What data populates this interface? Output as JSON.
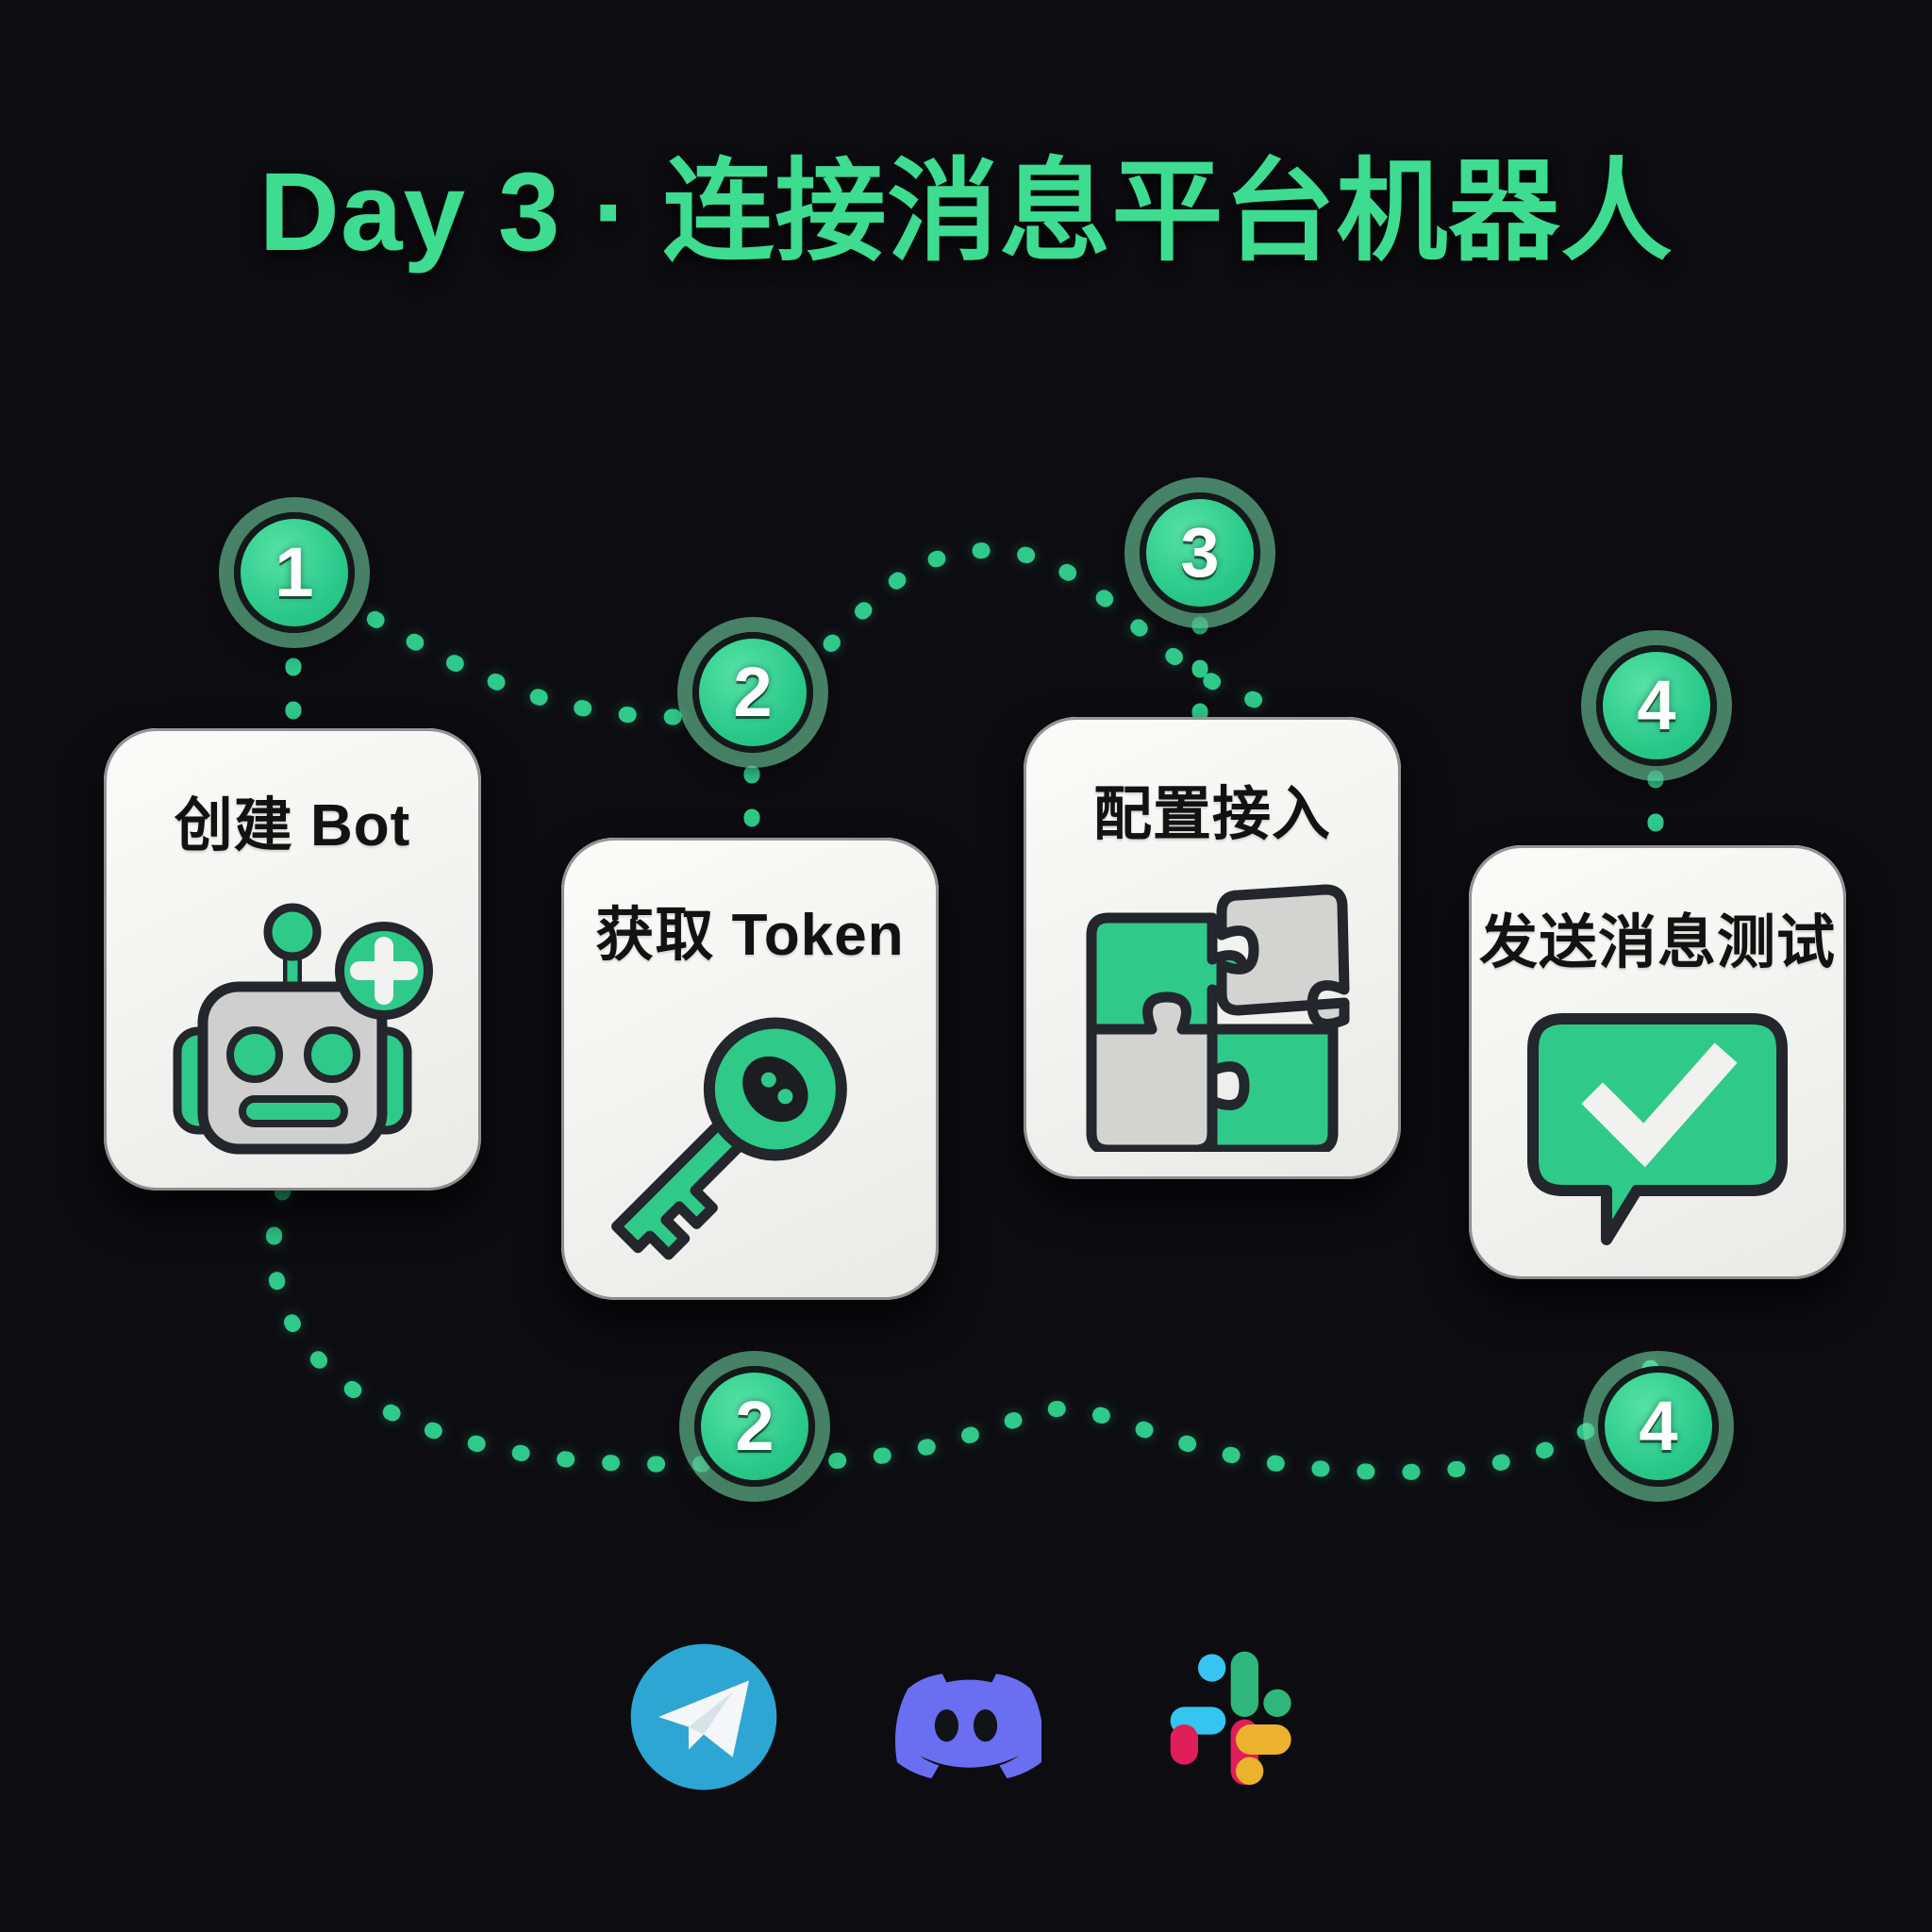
{
  "page": {
    "title": "Day 3 · 连接消息平台机器人",
    "background_color": "#0d0d11",
    "accent_color": "#3ddc91"
  },
  "steps": [
    {
      "number": "1",
      "label": "创建 Bot",
      "icon": "robot-plus-icon"
    },
    {
      "number": "2",
      "label": "获取 Token",
      "icon": "key-icon"
    },
    {
      "number": "3",
      "label": "配置接入",
      "icon": "puzzle-pieces-icon"
    },
    {
      "number": "4",
      "label": "发送消息测试",
      "icon": "chat-bubble-check-icon"
    }
  ],
  "lower_badges": [
    {
      "number": "2"
    },
    {
      "number": "4"
    }
  ],
  "platforms": [
    {
      "name": "telegram",
      "color": "#2ea6d4"
    },
    {
      "name": "discord",
      "color": "#6a6ef0"
    },
    {
      "name": "slack",
      "color": "#36c5f0"
    }
  ]
}
